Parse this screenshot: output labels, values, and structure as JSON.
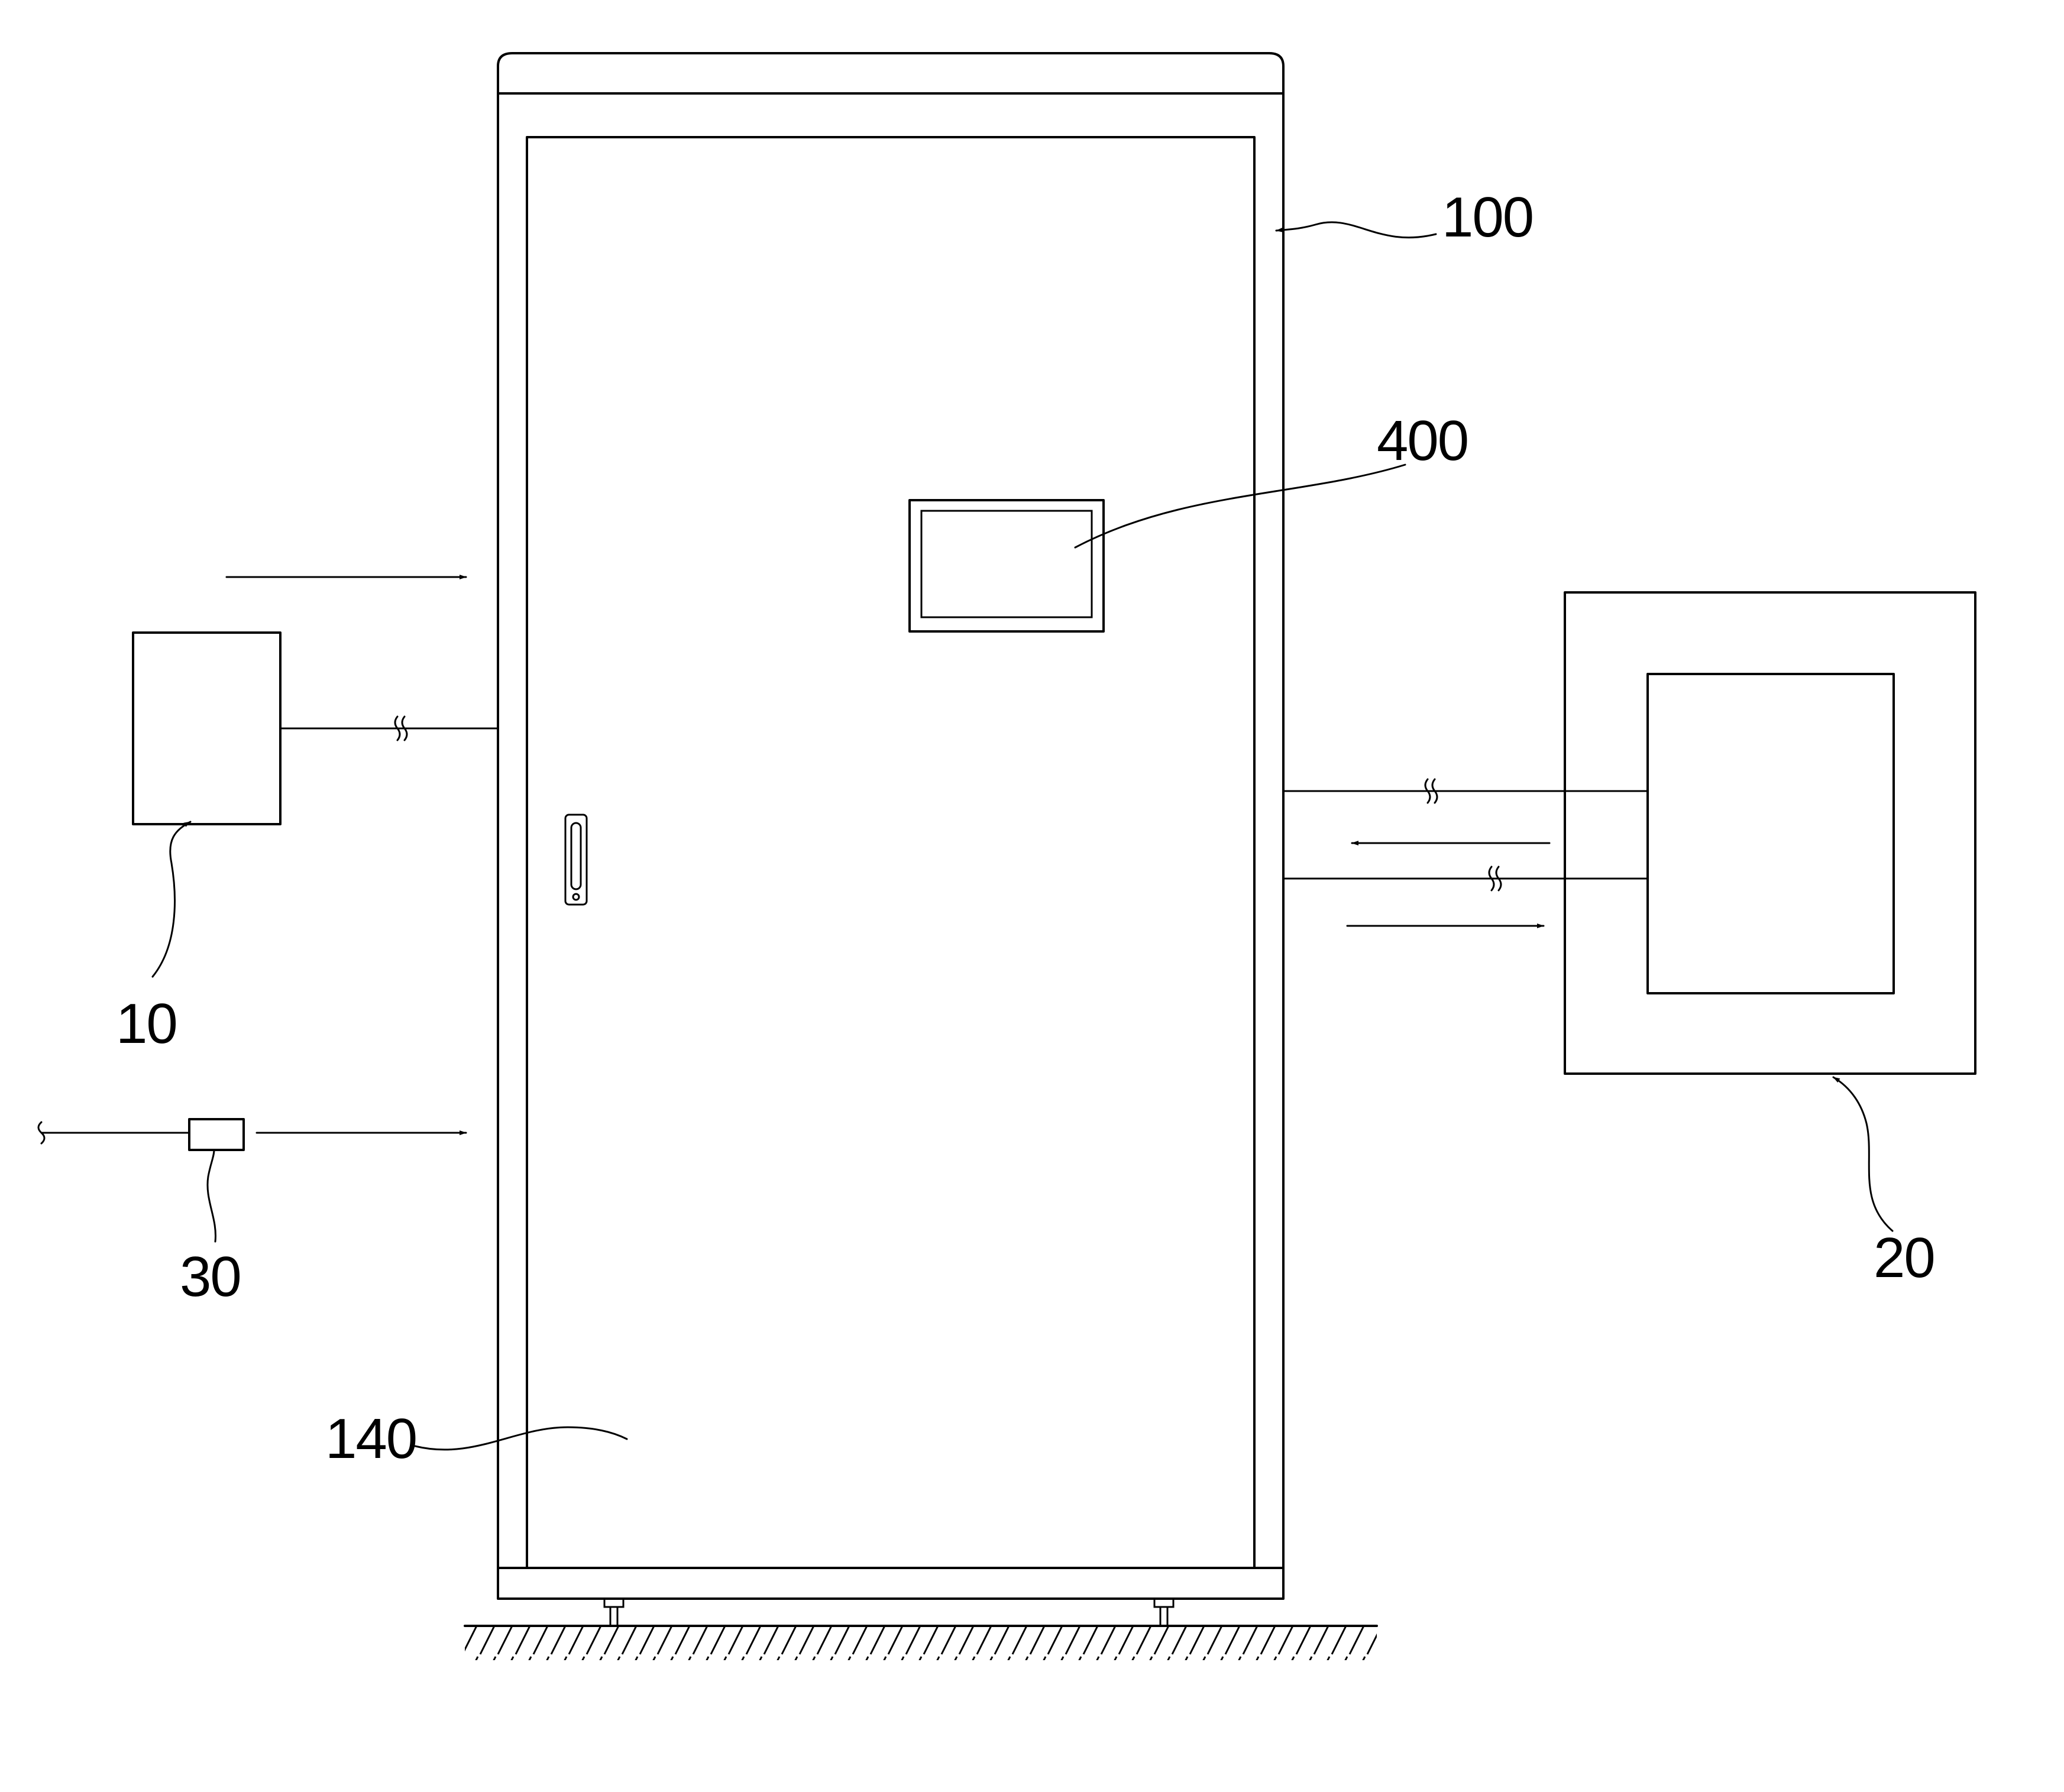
{
  "labels": {
    "cabinet": "100",
    "display": "400",
    "left_unit": "10",
    "sensor": "30",
    "right_unit": "20",
    "door": "140"
  },
  "colors": {
    "line": "#000000",
    "background": "#ffffff"
  }
}
